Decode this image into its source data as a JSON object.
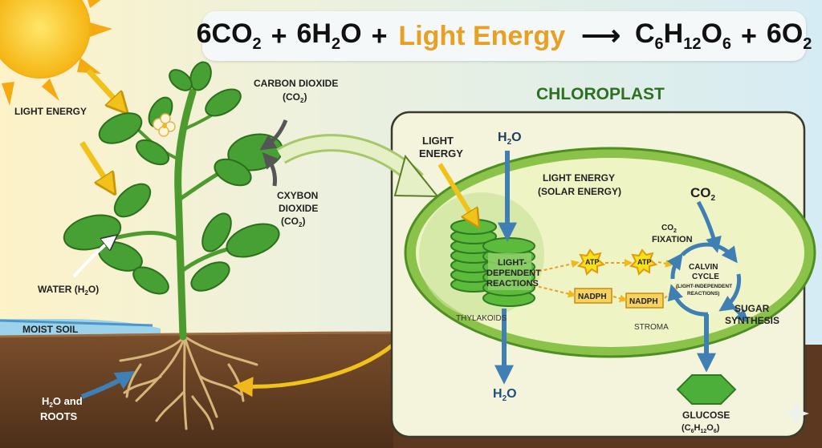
{
  "equation": {
    "reactant_co2": "6CO",
    "co2_sub": "2",
    "plus1": "+",
    "reactant_h2o": "6H",
    "h2o_sub": "2",
    "h2o_o": "O",
    "plus2": "+",
    "light_energy": "Light Energy",
    "arrow": "⟶",
    "glucose_c": "C",
    "glucose_c_sub": "6",
    "glucose_h": "H",
    "glucose_h_sub": "12",
    "glucose_o": "O",
    "glucose_o_sub": "6",
    "plus3": "+",
    "product_o2": "6O",
    "o2_sub": "2"
  },
  "plant_labels": {
    "light_energy": "LIGHT ENERGY",
    "carbon_dioxide_line1": "CARBON DIOXIDE",
    "carbon_dioxide_line2": "(CO",
    "carbon_dioxide_sub": "2",
    "carbon_dioxide_close": ")",
    "cxybon_line1": "CXYBON",
    "cxybon_line2": "DIOXIDE",
    "cxybon_line3": "(CO",
    "cxybon_sub": "2",
    "cxybon_close": ")",
    "water": "WATER (H",
    "water_sub": "2",
    "water_close": "O)",
    "moist_soil": "MOIST SOIL",
    "roots_line1_a": "H",
    "roots_line1_sub": "2",
    "roots_line1_b": "O and",
    "roots_line2": "ROOTS"
  },
  "chloroplast": {
    "title": "CHLOROPLAST",
    "light_energy_line1": "LIGHT",
    "light_energy_line2": "ENERGY",
    "h2o_top_a": "H",
    "h2o_top_sub": "2",
    "h2o_top_b": "O",
    "solar_line1": "LIGHT ENERGY",
    "solar_line2": "(SOLAR ENERGY)",
    "co2_a": "CO",
    "co2_sub": "2",
    "fixation_a": "CO",
    "fixation_sub": "2",
    "fixation_b": "FIXATION",
    "ldr_line1": "LIGHT-",
    "ldr_line2": "DEPENDENT",
    "ldr_line3": "REACTIONS",
    "thylakoids": "THYLAKOIDS",
    "atp1": "ATP",
    "atp2": "ATP",
    "nadph1": "NADPH",
    "nadph2": "NADPH",
    "calvin_line1": "CALVIN",
    "calvin_line2": "CYCLE",
    "calvin_line3": "(LIGHT-INDEPENDENT",
    "calvin_line4": "REACTIONS)",
    "sugar_line1": "SUGAR",
    "sugar_line2": "SYNTHESIS",
    "stroma": "STROMA",
    "h2o_bottom_a": "H",
    "h2o_bottom_sub": "2",
    "h2o_bottom_b": "O",
    "glucose": "GLUCOSE",
    "glucose_formula_a": "(C",
    "glucose_formula_sub1": "6",
    "glucose_formula_b": "H",
    "glucose_formula_sub2": "12",
    "glucose_formula_c": "O",
    "glucose_formula_sub3": "6",
    "glucose_formula_d": ")"
  },
  "colors": {
    "sun": "#f7c520",
    "leaf": "#3f9a2e",
    "chloroplast_fill": "#e9f3c6",
    "title_green": "#2f6f22",
    "h2o_blue": "#3f7fb4",
    "soil": "#6b4326",
    "light_orange": "#e8a024"
  }
}
